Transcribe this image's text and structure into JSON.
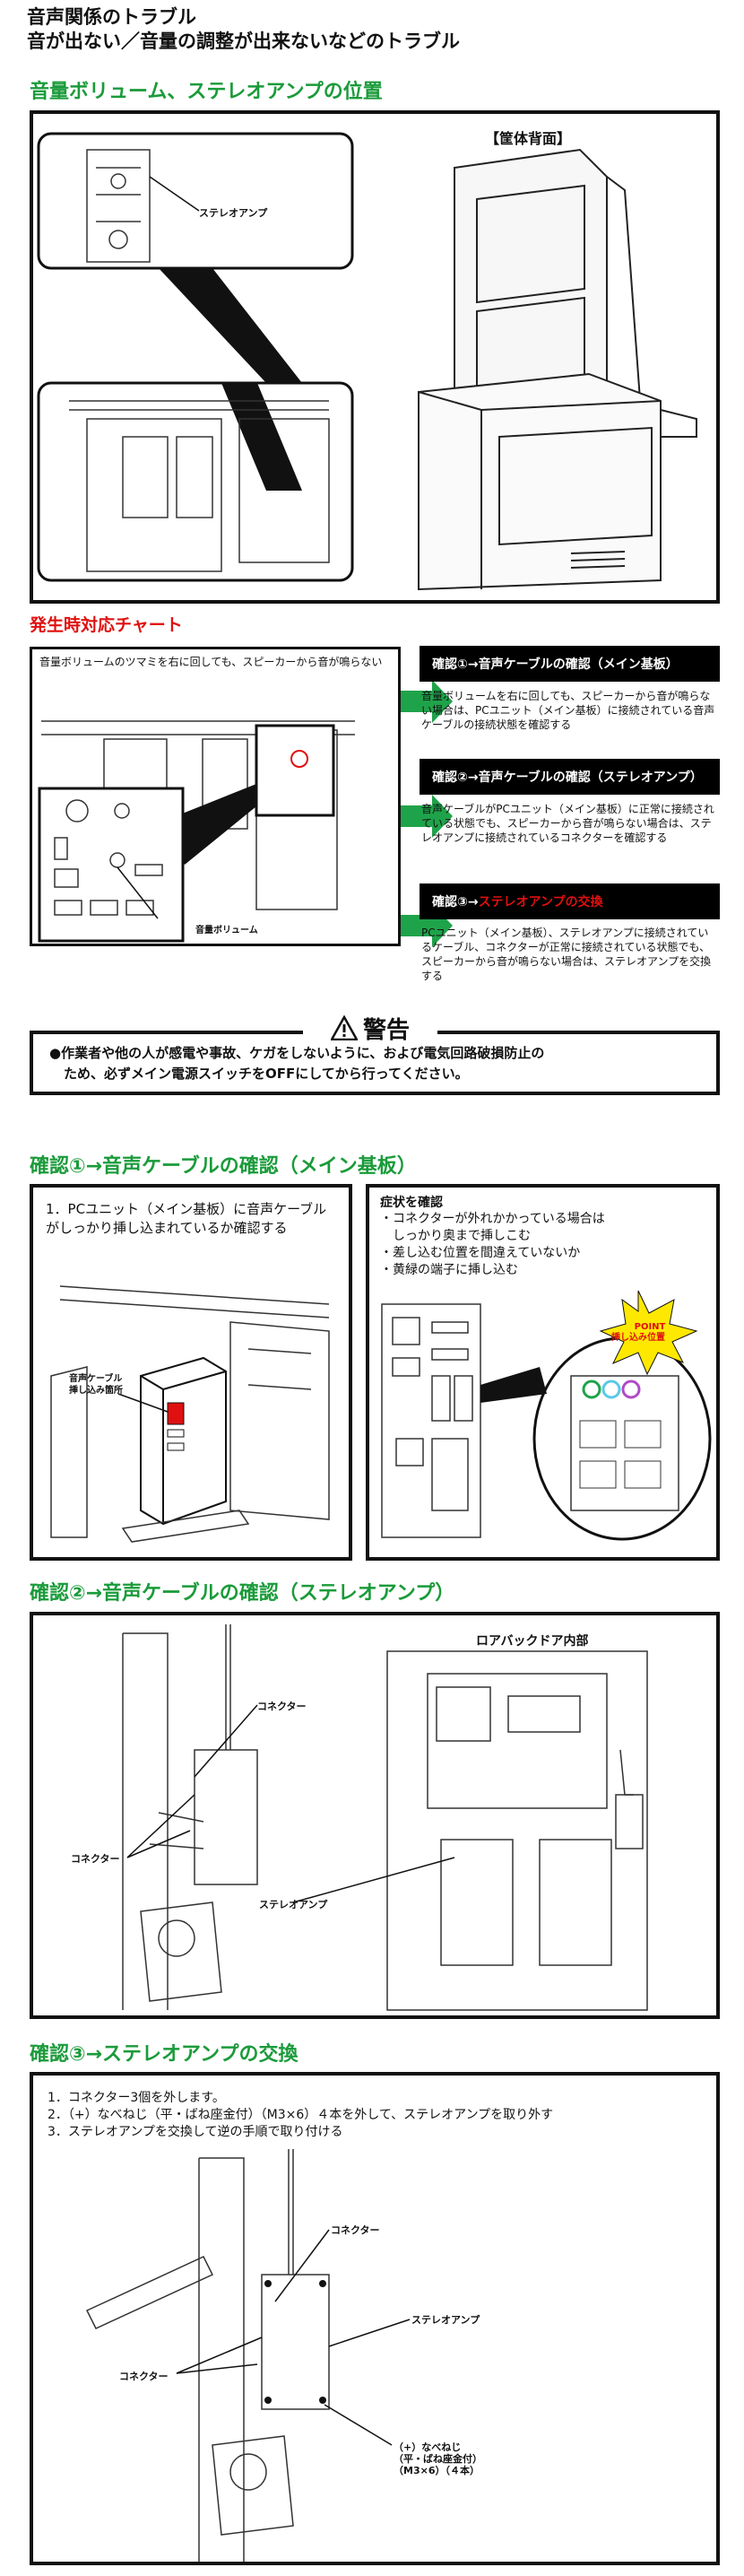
{
  "header": {
    "title_line1": "音声関係のトラブル",
    "title_line2": "音が出ない／音量の調整が出来ないなどのトラブル"
  },
  "section_position": {
    "title": "音量ボリューム、ステレオアンプの位置",
    "cabinet_back_label": "【筐体背面】",
    "stereo_amp_label": "ステレオアンプ"
  },
  "section_chart": {
    "title": "発生時対応チャート",
    "intro_text": "音量ボリュームのツマミを右に回しても、スピーカーから音が鳴らない",
    "volume_label": "音量ボリューム",
    "steps": [
      {
        "title": "確認①→音声ケーブルの確認（メイン基板）",
        "body": "音量ボリュームを右に回しても、スピーカーから音が鳴らない場合は、PCユニット（メイン基板）に接続されている音声ケーブルの接続状態を確認する"
      },
      {
        "title": "確認②→音声ケーブルの確認（ステレオアンプ）",
        "body": "音声ケーブルがPCユニット（メイン基板）に正常に接続されている状態でも、スピーカーから音が鳴らない場合は、ステレオアンプに接続されているコネクターを確認する"
      },
      {
        "title_prefix": "確認③→",
        "title_highlight": "ステレオアンプの交換",
        "body": "PCユニット（メイン基板）、ステレオアンプに接続されているケーブル、コネクターが正常に接続されている状態でも、スピーカーから音が鳴らない場合は、ステレオアンプを交換する"
      }
    ]
  },
  "warning": {
    "title": "警告",
    "text_line1": "●作業者や他の人が感電や事故、ケガをしないように、および電気回路破損防止の",
    "text_line2": "ため、必ずメイン電源スイッチをOFFにしてから行ってください。"
  },
  "section_check1": {
    "title": "確認①→音声ケーブルの確認（メイン基板）",
    "step_text": "1．PCユニット（メイン基板）に音声ケーブルがしっかり挿し込まれているか確認する",
    "insert_label_line1": "音声ケーブル",
    "insert_label_line2": "挿し込み箇所",
    "symptom_title": "症状を確認",
    "symptoms": [
      "・コネクターが外れかかっている場合は",
      "　しっかり奥まで挿しこむ",
      "・差し込む位置を間違えていないか",
      "・黄緑の端子に挿し込む"
    ],
    "point_line1": "POINT",
    "point_line2": "挿し込み位置"
  },
  "section_check2": {
    "title": "確認②→音声ケーブルの確認（ステレオアンプ）",
    "lower_back_door": "ロアバックドア内部",
    "connector_label": "コネクター",
    "stereo_amp_label": "ステレオアンプ"
  },
  "section_check3": {
    "title": "確認③→ステレオアンプの交換",
    "steps": [
      "1．コネクター3個を外します。",
      "2．（+）なべねじ（平・ばね座金付）（M3×6）４本を外して、ステレオアンプを取り外す",
      "3．ステレオアンプを交換して逆の手順で取り付ける"
    ],
    "connector_label": "コネクター",
    "stereo_amp_label": "ステレオアンプ",
    "screw_line1": "（+）なべねじ",
    "screw_line2": "（平・ばね座金付）",
    "screw_line3": "（M3×6）（４本）"
  },
  "colors": {
    "accent_green": "#1a9b3a",
    "arrow_green": "#1fa34a",
    "warn_red": "#e01010",
    "point_yellow": "#ffe800"
  }
}
